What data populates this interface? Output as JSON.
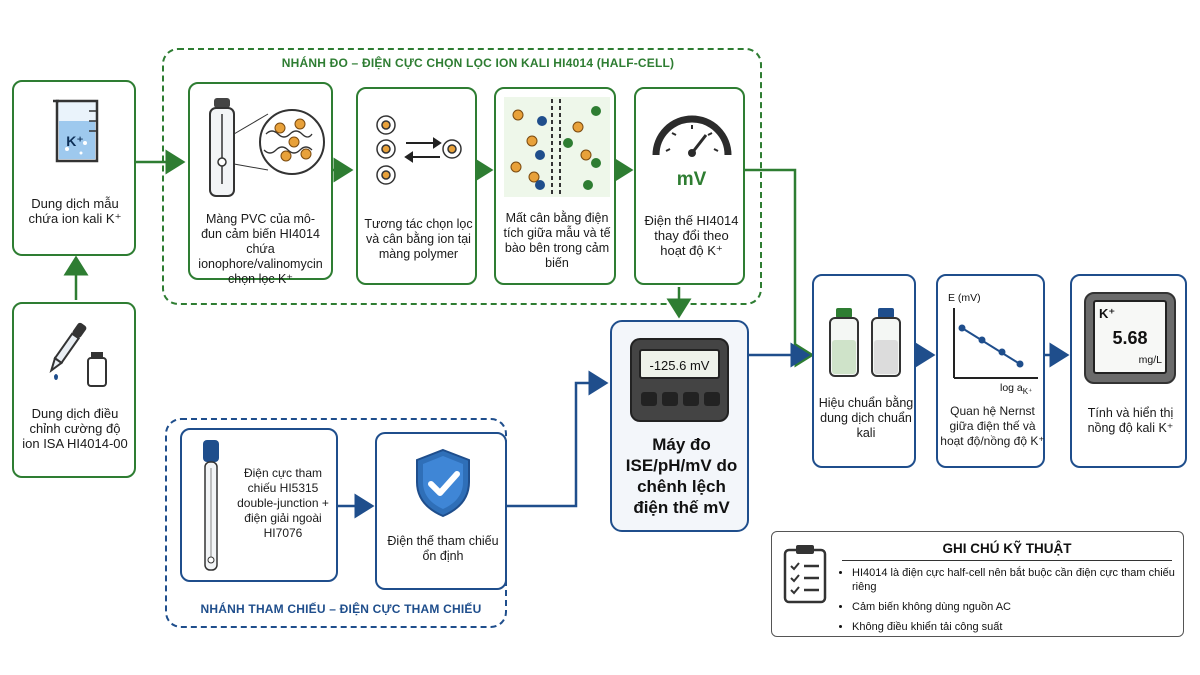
{
  "groups": {
    "red_branch_title": "NHÁNH ĐO – ĐIỆN CỰC CHỌN LỌC ION KALI HI4014 (HALF-CELL)",
    "ref_branch_title": "NHÁNH THAM CHIẾU – ĐIỆN CỰC THAM CHIẾU"
  },
  "nodes": {
    "sample": {
      "icon_text": "K⁺",
      "label": "Dung dịch mẫu chứa ion kali K⁺"
    },
    "isa": {
      "label": "Dung dịch điều chỉnh cường độ ion ISA HI4014-00"
    },
    "membrane": {
      "label": "Màng PVC của mô-đun cảm biến HI4014 chứa ionophore/valinomycin chọn lọc K⁺"
    },
    "interaction": {
      "label": "Tương tác chọn lọc và cân bằng ion tại màng polymer"
    },
    "imbalance": {
      "label": "Mất cân bằng điện tích giữa mẫu và tế bào bên trong cảm biến"
    },
    "potential": {
      "icon_text": "mV",
      "label": "Điện thế HI4014 thay đổi theo hoạt độ K⁺"
    },
    "ref_electrode": {
      "label": "Điện cực tham chiếu HI5315 double-junction + điện giải ngoài HI7076"
    },
    "stable_ref": {
      "label": "Điện thế tham chiếu ổn định"
    },
    "meter": {
      "display": "-125.6 mV",
      "label": "Máy đo ISE/pH/mV do chênh lệch điện thế mV"
    },
    "calibration": {
      "label": "Hiệu chuẩn bằng dung dịch chuẩn kali"
    },
    "nernst": {
      "y_axis": "E (mV)",
      "x_axis": "log a",
      "x_axis_sub": "K⁺",
      "label": "Quan hệ Nernst giữa điện thế và hoạt độ/nồng độ K⁺"
    },
    "result": {
      "ion": "K⁺",
      "value": "5.68",
      "unit": "mg/L",
      "label": "Tính và hiển thị nồng độ kali K⁺"
    }
  },
  "notes": {
    "title": "GHI CHÚ KỸ THUẬT",
    "items": [
      "HI4014 là điện cực half-cell nên bắt buộc cần điện cực tham chiếu riêng",
      "Cảm biến không dùng nguồn AC",
      "Không điều khiển tải công suất"
    ]
  },
  "colors": {
    "green": "#2e7d32",
    "blue": "#1f4e8c",
    "dark": "#2b2b2b"
  }
}
